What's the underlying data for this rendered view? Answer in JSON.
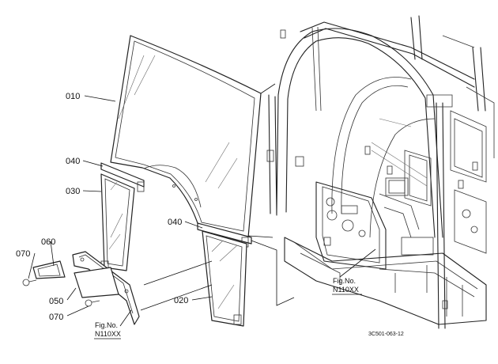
{
  "callouts": {
    "p010": "010",
    "p040a": "040",
    "p030": "030",
    "p040b": "040",
    "p060": "060",
    "p070a": "070",
    "p050": "050",
    "p070b": "070",
    "p020": "020"
  },
  "figure_refs": {
    "right": {
      "label": "Fig.No.",
      "number": "N110XX"
    },
    "left": {
      "label": "Fig.No.",
      "number": "N110XX"
    }
  },
  "drawing_code": "3C501-063-12"
}
